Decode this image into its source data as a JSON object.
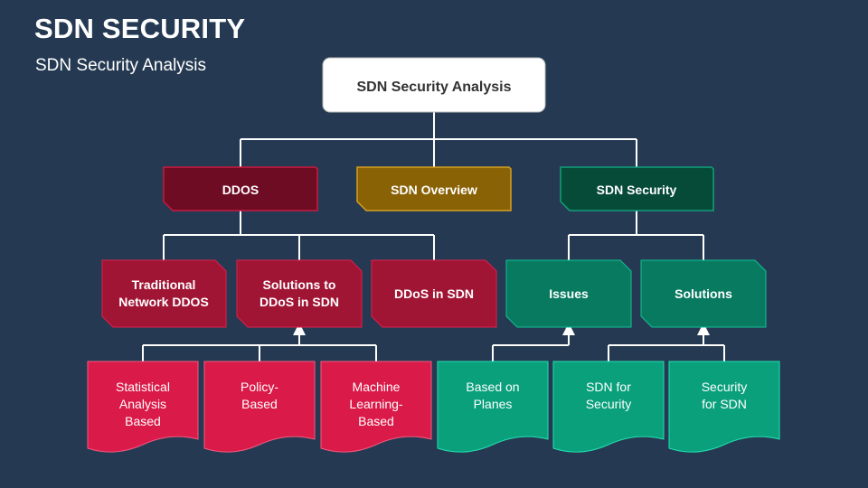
{
  "title": "SDN SECURITY",
  "subtitle": "SDN Security Analysis",
  "colors": {
    "background": "#253a52",
    "ddos_dark": "#6e0c24",
    "overview_gold": "#8a6206",
    "security_dark": "#064a38",
    "red_mid": "#a01434",
    "red_leaf": "#da1a48",
    "teal_mid": "#087a60",
    "teal_leaf": "#0aa07c"
  },
  "root": {
    "label": "SDN Security Analysis"
  },
  "categories": {
    "ddos": "DDOS",
    "overview": "SDN Overview",
    "security": "SDN Security"
  },
  "ddos_children": {
    "traditional": [
      "Traditional",
      "Network DDOS"
    ],
    "solutions": [
      "Solutions to",
      "DDoS in SDN"
    ],
    "in_sdn": [
      "DDoS in SDN"
    ]
  },
  "security_children": {
    "issues": [
      "Issues"
    ],
    "solutions": [
      "Solutions"
    ]
  },
  "ddos_solution_leaves": {
    "statistical": [
      "Statistical",
      "Analysis",
      "Based"
    ],
    "policy": [
      "Policy-",
      "Based"
    ],
    "ml": [
      "Machine",
      "Learning-",
      "Based"
    ]
  },
  "issues_leaves": {
    "planes": [
      "Based on",
      "Planes"
    ]
  },
  "security_solution_leaves": {
    "sdn_for_security": [
      "SDN for",
      "Security"
    ],
    "security_for_sdn": [
      "Security",
      "for SDN"
    ]
  }
}
